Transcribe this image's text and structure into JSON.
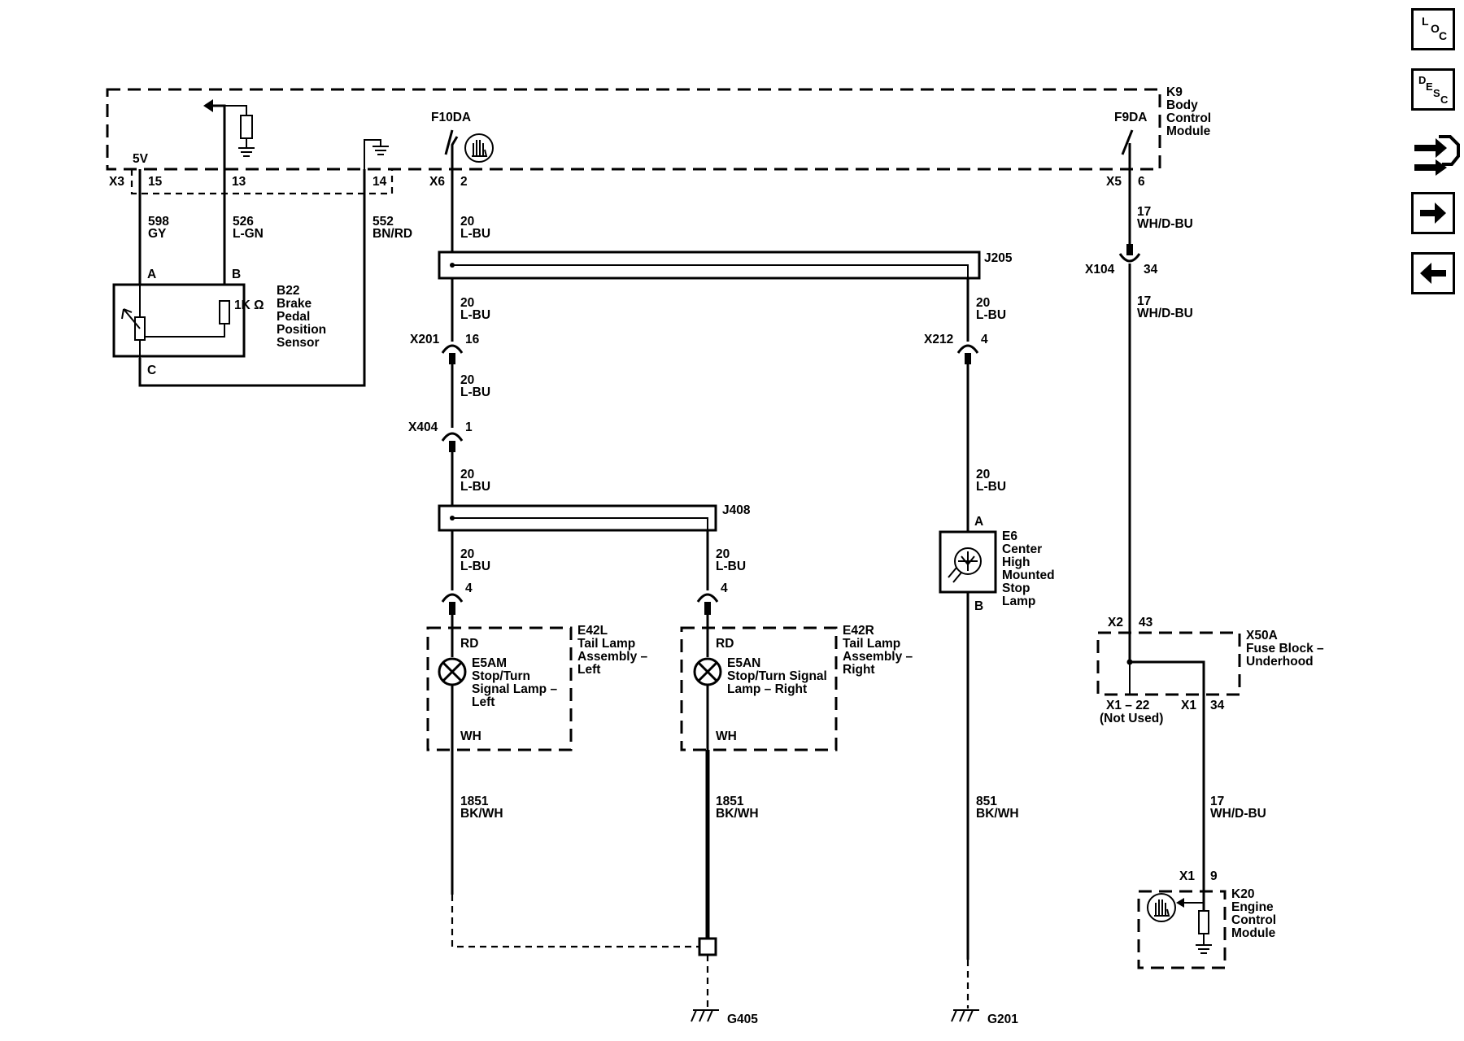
{
  "nav": {
    "loc_letters": [
      "L",
      "O",
      "C"
    ],
    "desc_letters": [
      "D",
      "E",
      "S",
      "C"
    ],
    "connector_icon": "connector-view-icon",
    "next_icon": "arrow-right-icon",
    "prev_icon": "arrow-left-icon"
  },
  "k9": {
    "ref": "K9",
    "name_lines": [
      "Body",
      "Control",
      "Module"
    ],
    "five_v": "5V",
    "x3": "X3",
    "pins": {
      "p15": "15",
      "p13": "13",
      "p14": "14",
      "p2": "2",
      "p6": "6"
    },
    "x6": "X6",
    "x5": "X5",
    "fuse_left": "F10DA",
    "fuse_right": "F9DA"
  },
  "wires": {
    "w598": [
      "598",
      "GY"
    ],
    "w526": [
      "526",
      "L-GN"
    ],
    "w552": [
      "552",
      "BN/RD"
    ],
    "w20_a": [
      "20",
      "L-BU"
    ],
    "w20_b": [
      "20",
      "L-BU"
    ],
    "w20_c": [
      "20",
      "L-BU"
    ],
    "w20_d": [
      "20",
      "L-BU"
    ],
    "w20_e": [
      "20",
      "L-BU"
    ],
    "w20_f": [
      "20",
      "L-BU"
    ],
    "w20_g": [
      "20",
      "L-BU"
    ],
    "w20_h": [
      "20",
      "L-BU"
    ],
    "w17_a": [
      "17",
      "WH/D-BU"
    ],
    "w17_b": [
      "17",
      "WH/D-BU"
    ],
    "w17_c": [
      "17",
      "WH/D-BU"
    ],
    "w1851_l": [
      "1851",
      "BK/WH"
    ],
    "w1851_r": [
      "1851",
      "BK/WH"
    ],
    "w851": [
      "851",
      "BK/WH"
    ]
  },
  "b22": {
    "ref": "B22",
    "name_lines": [
      "Brake",
      "Pedal",
      "Position",
      "Sensor"
    ],
    "pin_a": "A",
    "pin_b": "B",
    "pin_c": "C",
    "resistor": "1K Ω"
  },
  "splices": {
    "j205": "J205",
    "j408": "J408"
  },
  "connectors": {
    "x201": [
      "X201",
      "16"
    ],
    "x404": [
      "X404",
      "1"
    ],
    "x212": [
      "X212",
      "4"
    ],
    "x104": [
      "X104",
      "34"
    ],
    "e42l_pin": "4",
    "e42r_pin": "4"
  },
  "e42l": {
    "ref": "E42L",
    "name_lines": [
      "Tail Lamp",
      "Assembly –",
      "Left"
    ],
    "rd": "RD",
    "wh": "WH",
    "lamp_ref": "E5AM",
    "lamp_lines": [
      "Stop/Turn",
      "Signal Lamp –",
      "Left"
    ]
  },
  "e42r": {
    "ref": "E42R",
    "name_lines": [
      "Tail Lamp",
      "Assembly –",
      "Right"
    ],
    "rd": "RD",
    "wh": "WH",
    "lamp_ref": "E5AN",
    "lamp_lines": [
      "Stop/Turn Signal",
      "Lamp – Right"
    ]
  },
  "e6": {
    "ref": "E6",
    "name_lines": [
      "Center",
      "High",
      "Mounted",
      "Stop",
      "Lamp"
    ],
    "pin_a": "A",
    "pin_b": "B"
  },
  "x50a": {
    "ref": "X50A",
    "name_lines": [
      "Fuse Block –",
      "Underhood"
    ],
    "x2": "X2",
    "x2_pin": "43",
    "x1_22": "X1 – 22",
    "not_used": "(Not Used)",
    "x1": "X1",
    "x1_pin": "34"
  },
  "k20": {
    "ref": "K20",
    "name_lines": [
      "Engine",
      "Control",
      "Module"
    ],
    "x1": "X1",
    "pin": "9"
  },
  "grounds": {
    "g405": "G405",
    "g201": "G201"
  }
}
